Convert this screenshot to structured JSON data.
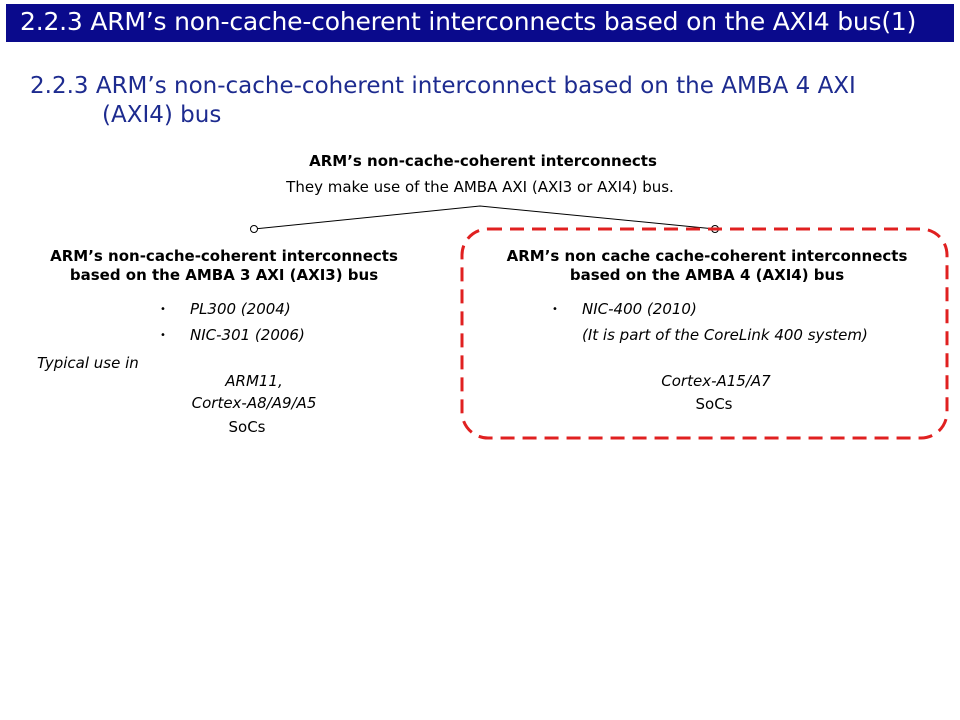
{
  "slide": {
    "title": "2.2.3 ARM’s non-cache-coherent interconnects based on the AXI4 bus(1)",
    "heading_line1": "2.2.3 ARM’s non-cache-coherent interconnect based on the AMBA 4 AXI",
    "heading_line2": "(AXI4) bus"
  },
  "diagram": {
    "root": {
      "title": "ARM’s non-cache-coherent  interconnects",
      "subtitle": "They make use of the AMBA AXI (AXI3 or AXI4) bus."
    },
    "left": {
      "title_line1": "ARM’s non-cache-coherent  interconnects",
      "title_line2": "based on the AMBA 3 AXI (AXI3) bus",
      "items": [
        "PL300 (2004)",
        "NIC-301 (2006)"
      ],
      "usage_label": "Typical use in",
      "usage_line1": "ARM11,",
      "usage_line2": "Cortex-A8/A9/A5",
      "usage_line3": "SoCs"
    },
    "right": {
      "title_line1": "ARM’s non cache cache-coherent  interconnects",
      "title_line2": "based on the AMBA 4 (AXI4)  bus",
      "items": [
        "NIC-400 (2010)"
      ],
      "item_note": "(It is part of the CoreLink 400 system)",
      "usage_line1": "Cortex-A15/A7",
      "usage_line2": "SoCs"
    },
    "highlight_color": "#e02020"
  }
}
